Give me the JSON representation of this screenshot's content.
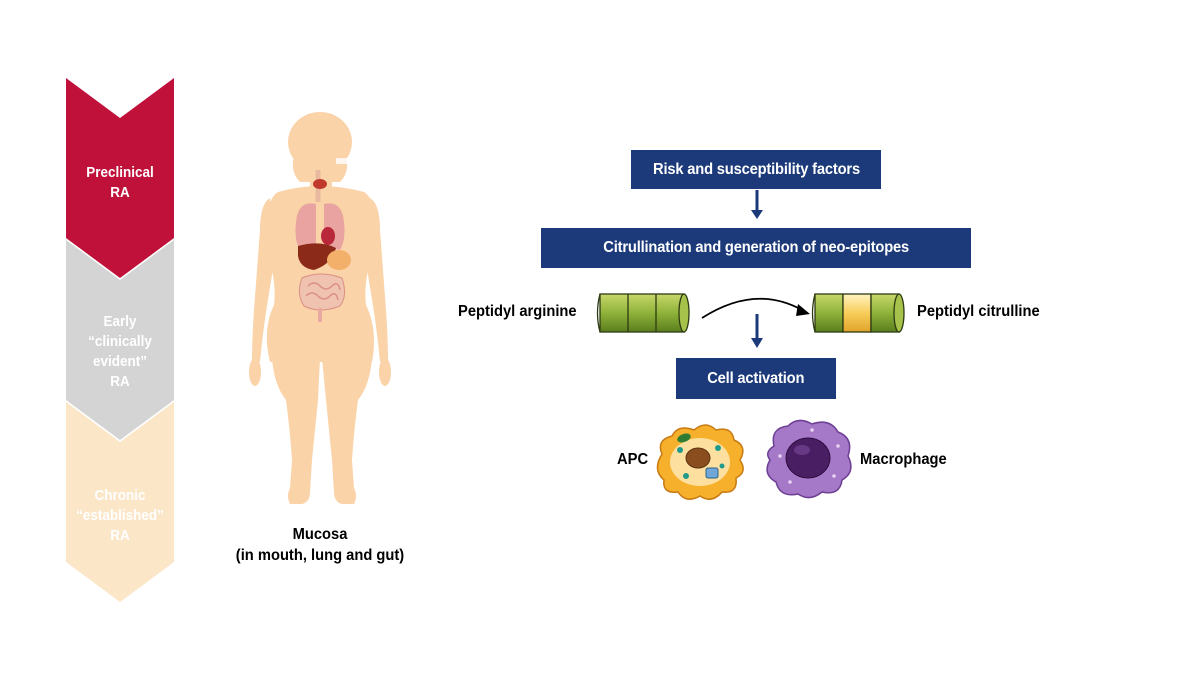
{
  "stages": [
    {
      "line1": "Preclinical",
      "line2": "RA",
      "line3": "",
      "line4": "",
      "color": "#c0113a"
    },
    {
      "line1": "Early",
      "line2": "“clinically",
      "line3": "evident”",
      "line4": "RA",
      "color": "#d4d4d4"
    },
    {
      "line1": "Chronic",
      "line2": "“established”",
      "line3": "RA",
      "line4": "",
      "color": "#fbe6c8"
    }
  ],
  "body": {
    "caption_line1": "Mucosa",
    "caption_line2": "(in mouth, lung and gut)",
    "silhouette_color": "#fbd3a9"
  },
  "flow": {
    "box1": "Risk and susceptibility factors",
    "box2": "Citrullination and generation of neo-epitopes",
    "box3": "Cell activation",
    "left_label": "Peptidyl arginine",
    "right_label": "Peptidyl citrulline",
    "cell1_label": "APC",
    "cell2_label": "Macrophage",
    "box_color": "#1c3a7a"
  }
}
